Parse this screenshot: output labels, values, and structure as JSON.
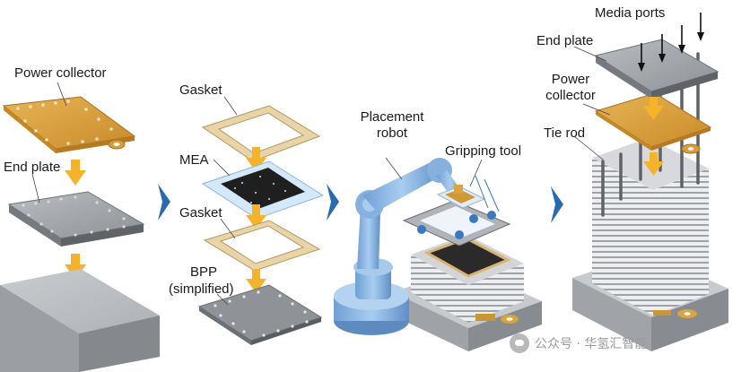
{
  "labels": {
    "power_collector_1": "Power collector",
    "end_plate_1": "End plate",
    "gasket_top": "Gasket",
    "mea": "MEA",
    "gasket_bottom": "Gasket",
    "bpp": "BPP",
    "bpp_note": "(simplified)",
    "placement_robot_1": "Placement",
    "placement_robot_2": "robot",
    "gripping_tool": "Gripping tool",
    "media_ports": "Media ports",
    "end_plate_2": "End plate",
    "power_collector_2a": "Power",
    "power_collector_2b": "collector",
    "tie_rod": "Tie rod"
  },
  "watermark": "公众号 · 华氢汇智能",
  "colors": {
    "copper": "#d9a441",
    "arrow_orange": "#f4b32b",
    "step_arrow": "#2a6bb0",
    "plate_gray": "#9a9ea3",
    "robot_blue": "#8cb6e0",
    "mea_blue": "#cfe6f7",
    "gasket": "#e6d3ad"
  },
  "icons": [
    "step-arrow-icon",
    "down-arrow-icon",
    "wechat-icon"
  ]
}
